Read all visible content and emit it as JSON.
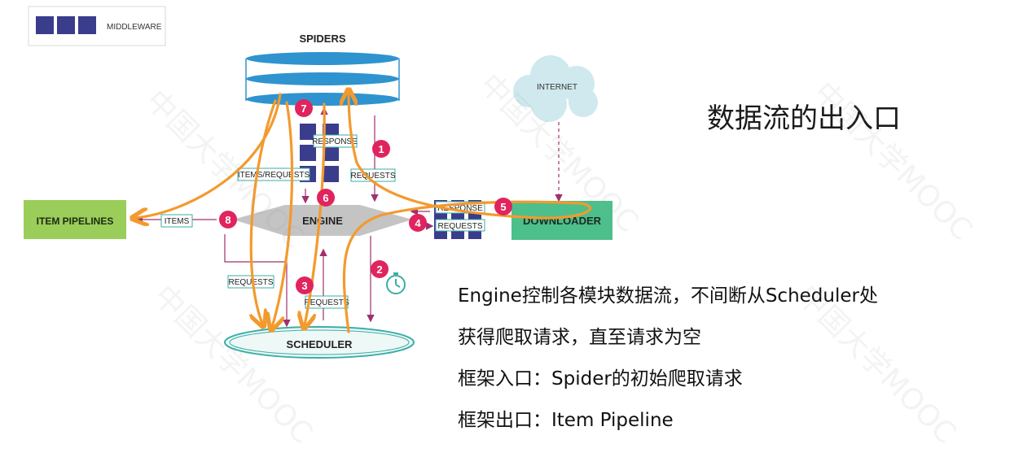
{
  "legend": {
    "label": "MIDDLEWARE"
  },
  "components": {
    "spiders": "SPIDERS",
    "internet": "INTERNET",
    "engine": "ENGINE",
    "downloader": "DOWNLOADER",
    "item_pipelines": "ITEM PIPELINES",
    "scheduler": "SCHEDULER"
  },
  "flow_labels": {
    "response_top": "RESPONSE",
    "requests_top": "REQUESTS",
    "items_requests": "ITEMS/REQUESTS",
    "response_dl": "RESPONSE",
    "requests_dl": "REQUESTS",
    "items": "ITEMS",
    "requests_left": "REQUESTS",
    "requests_sched": "REQUESTS"
  },
  "steps": [
    "1",
    "2",
    "3",
    "4",
    "5",
    "6",
    "7",
    "8"
  ],
  "colors": {
    "accent_purple": "#3a3c8c",
    "step_red": "#e0245e",
    "flow_orange": "#f39a2e",
    "pipeline_green": "#9acd5a",
    "downloader_green": "#4dbf8b",
    "spider_blue": "#2f93cf",
    "internet_cloud": "#cfe9ee",
    "timer_teal": "#3aaea6"
  },
  "title": "数据流的出入口",
  "notes": [
    "Engine控制各模块数据流，不间断从Scheduler处",
    "获得爬取请求，直至请求为空",
    "框架入口：Spider的初始爬取请求",
    "框架出口：Item Pipeline"
  ],
  "watermark": "中国大学MOOC"
}
